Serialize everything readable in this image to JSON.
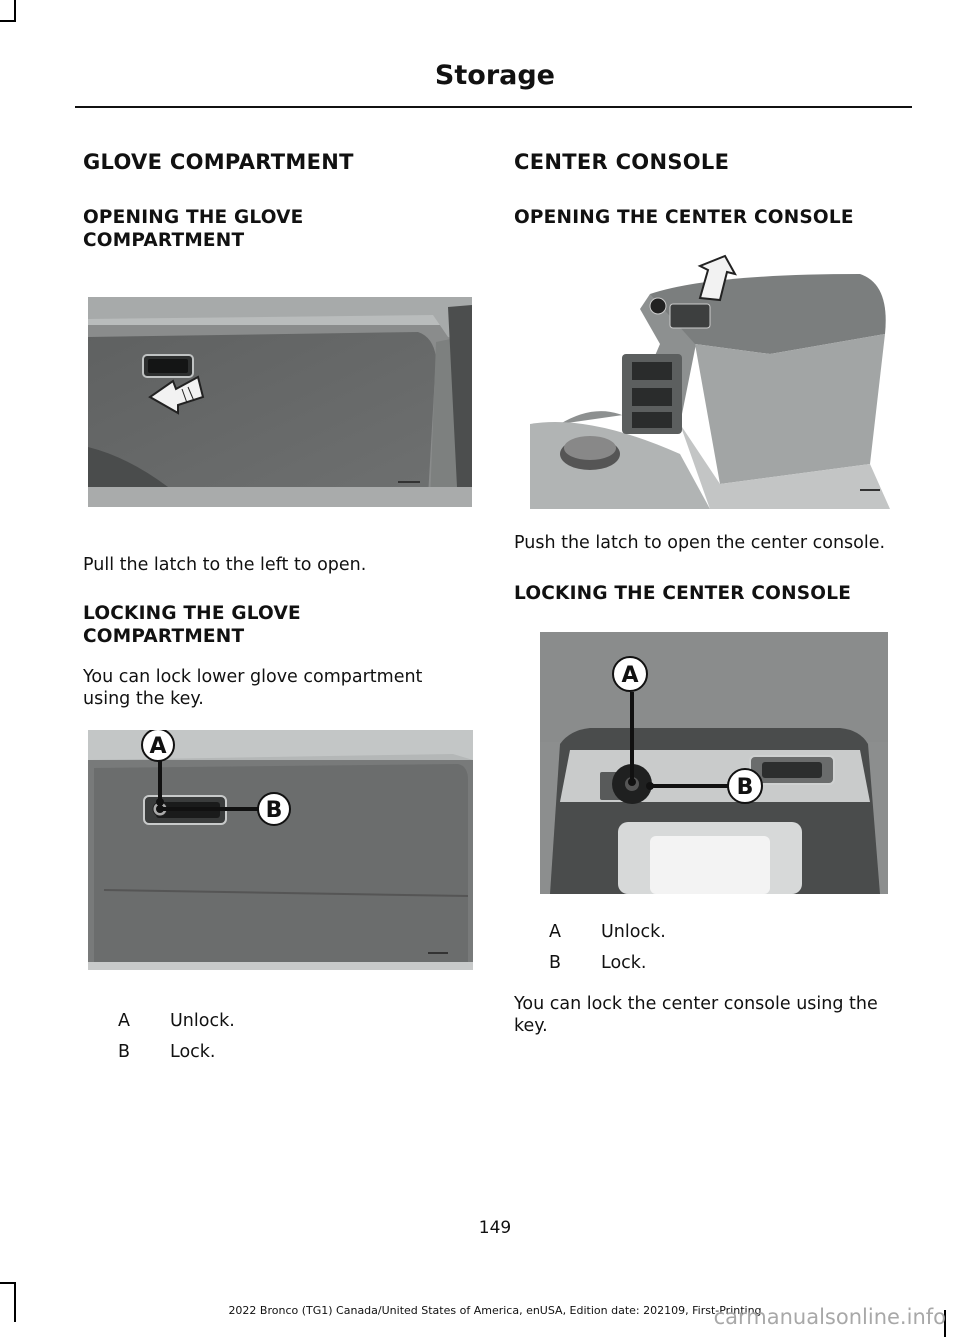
{
  "header": {
    "title": "Storage"
  },
  "left": {
    "h1": "GLOVE COMPARTMENT",
    "opening": {
      "heading": "OPENING THE GLOVE COMPARTMENT",
      "heading_l1": "OPENING THE GLOVE",
      "heading_l2": "COMPARTMENT",
      "text": "Pull the latch to the left to open."
    },
    "locking": {
      "heading_l1": "LOCKING THE GLOVE",
      "heading_l2": "COMPARTMENT",
      "text_l1": "You can lock lower glove compartment",
      "text_l2": "using the key.",
      "callout_a": "A",
      "callout_b": "B",
      "legend": [
        {
          "key": "A",
          "value": "Unlock."
        },
        {
          "key": "B",
          "value": "Lock."
        }
      ]
    }
  },
  "right": {
    "h1": "CENTER CONSOLE",
    "opening": {
      "heading": "OPENING THE CENTER CONSOLE",
      "text": "Push the latch to open the center console."
    },
    "locking": {
      "heading": "LOCKING THE CENTER CONSOLE",
      "callout_a": "A",
      "callout_b": "B",
      "legend": [
        {
          "key": "A",
          "value": "Unlock."
        },
        {
          "key": "B",
          "value": "Lock."
        }
      ],
      "text_l1": "You can lock the center console using the",
      "text_l2": "key."
    }
  },
  "page_number": "149",
  "footer": "2022 Bronco (TG1) Canada/United States of America, enUSA, Edition date: 202109, First-Printing",
  "watermark": "carmanualsonline.info"
}
